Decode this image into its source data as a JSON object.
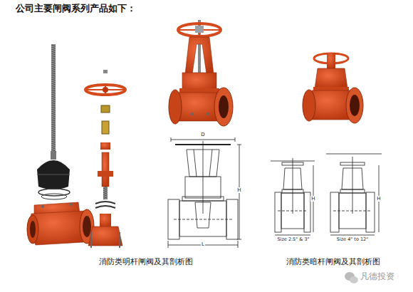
{
  "diagram": {
    "title": "公司主要闸阀系列产品如下：",
    "labels": [
      "消防类明杆闸阀及其剖析图",
      "消防类暗杆闸阀及其剖析图",
      "D",
      "H",
      "L",
      "Size 2.5\" & 3\"",
      "Size 4\" to 12\"",
      "凡德投资",
      "H",
      "H"
    ]
  }
}
